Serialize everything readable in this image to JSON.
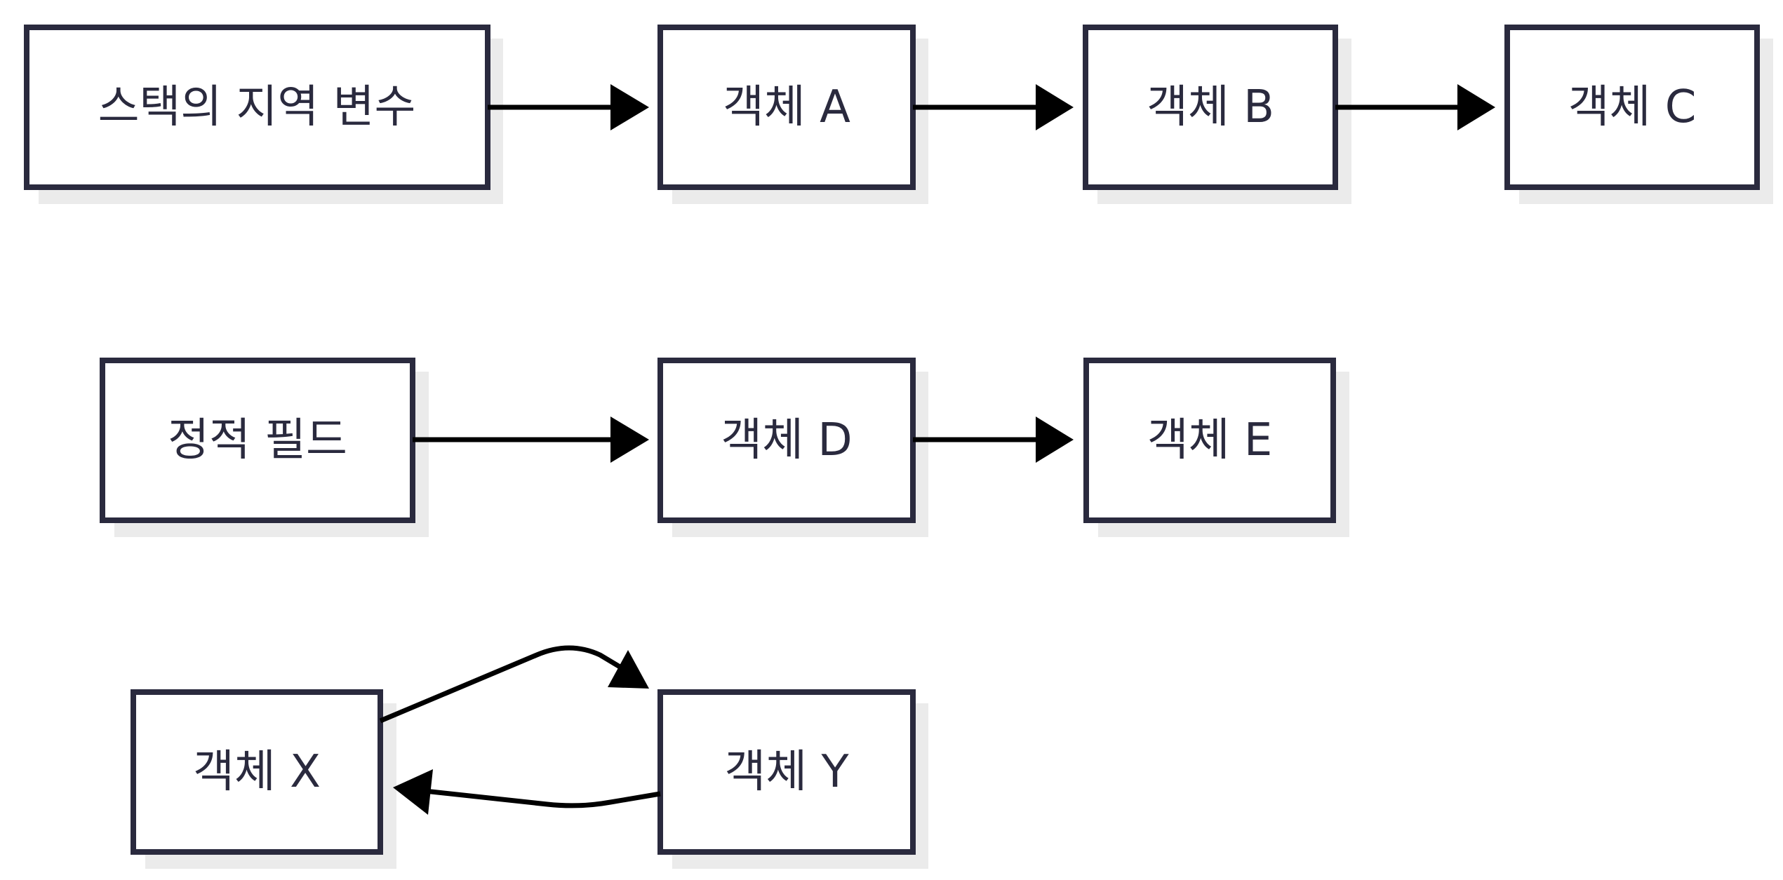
{
  "colors": {
    "box_border": "#2a2a3e",
    "box_fill": "#ffffff",
    "shadow": "#ebebeb",
    "arrow": "#000000",
    "text": "#2a2a3e"
  },
  "nodes": {
    "stack_local": "스택의 지역 변수",
    "obj_a": "객체 A",
    "obj_b": "객체 B",
    "obj_c": "객체 C",
    "static_field": "정적 필드",
    "obj_d": "객체 D",
    "obj_e": "객체 E",
    "obj_x": "객체 X",
    "obj_y": "객체 Y"
  },
  "edges": [
    {
      "from": "stack_local",
      "to": "obj_a"
    },
    {
      "from": "obj_a",
      "to": "obj_b"
    },
    {
      "from": "obj_b",
      "to": "obj_c"
    },
    {
      "from": "static_field",
      "to": "obj_d"
    },
    {
      "from": "obj_d",
      "to": "obj_e"
    },
    {
      "from": "obj_x",
      "to": "obj_y"
    },
    {
      "from": "obj_y",
      "to": "obj_x"
    }
  ]
}
